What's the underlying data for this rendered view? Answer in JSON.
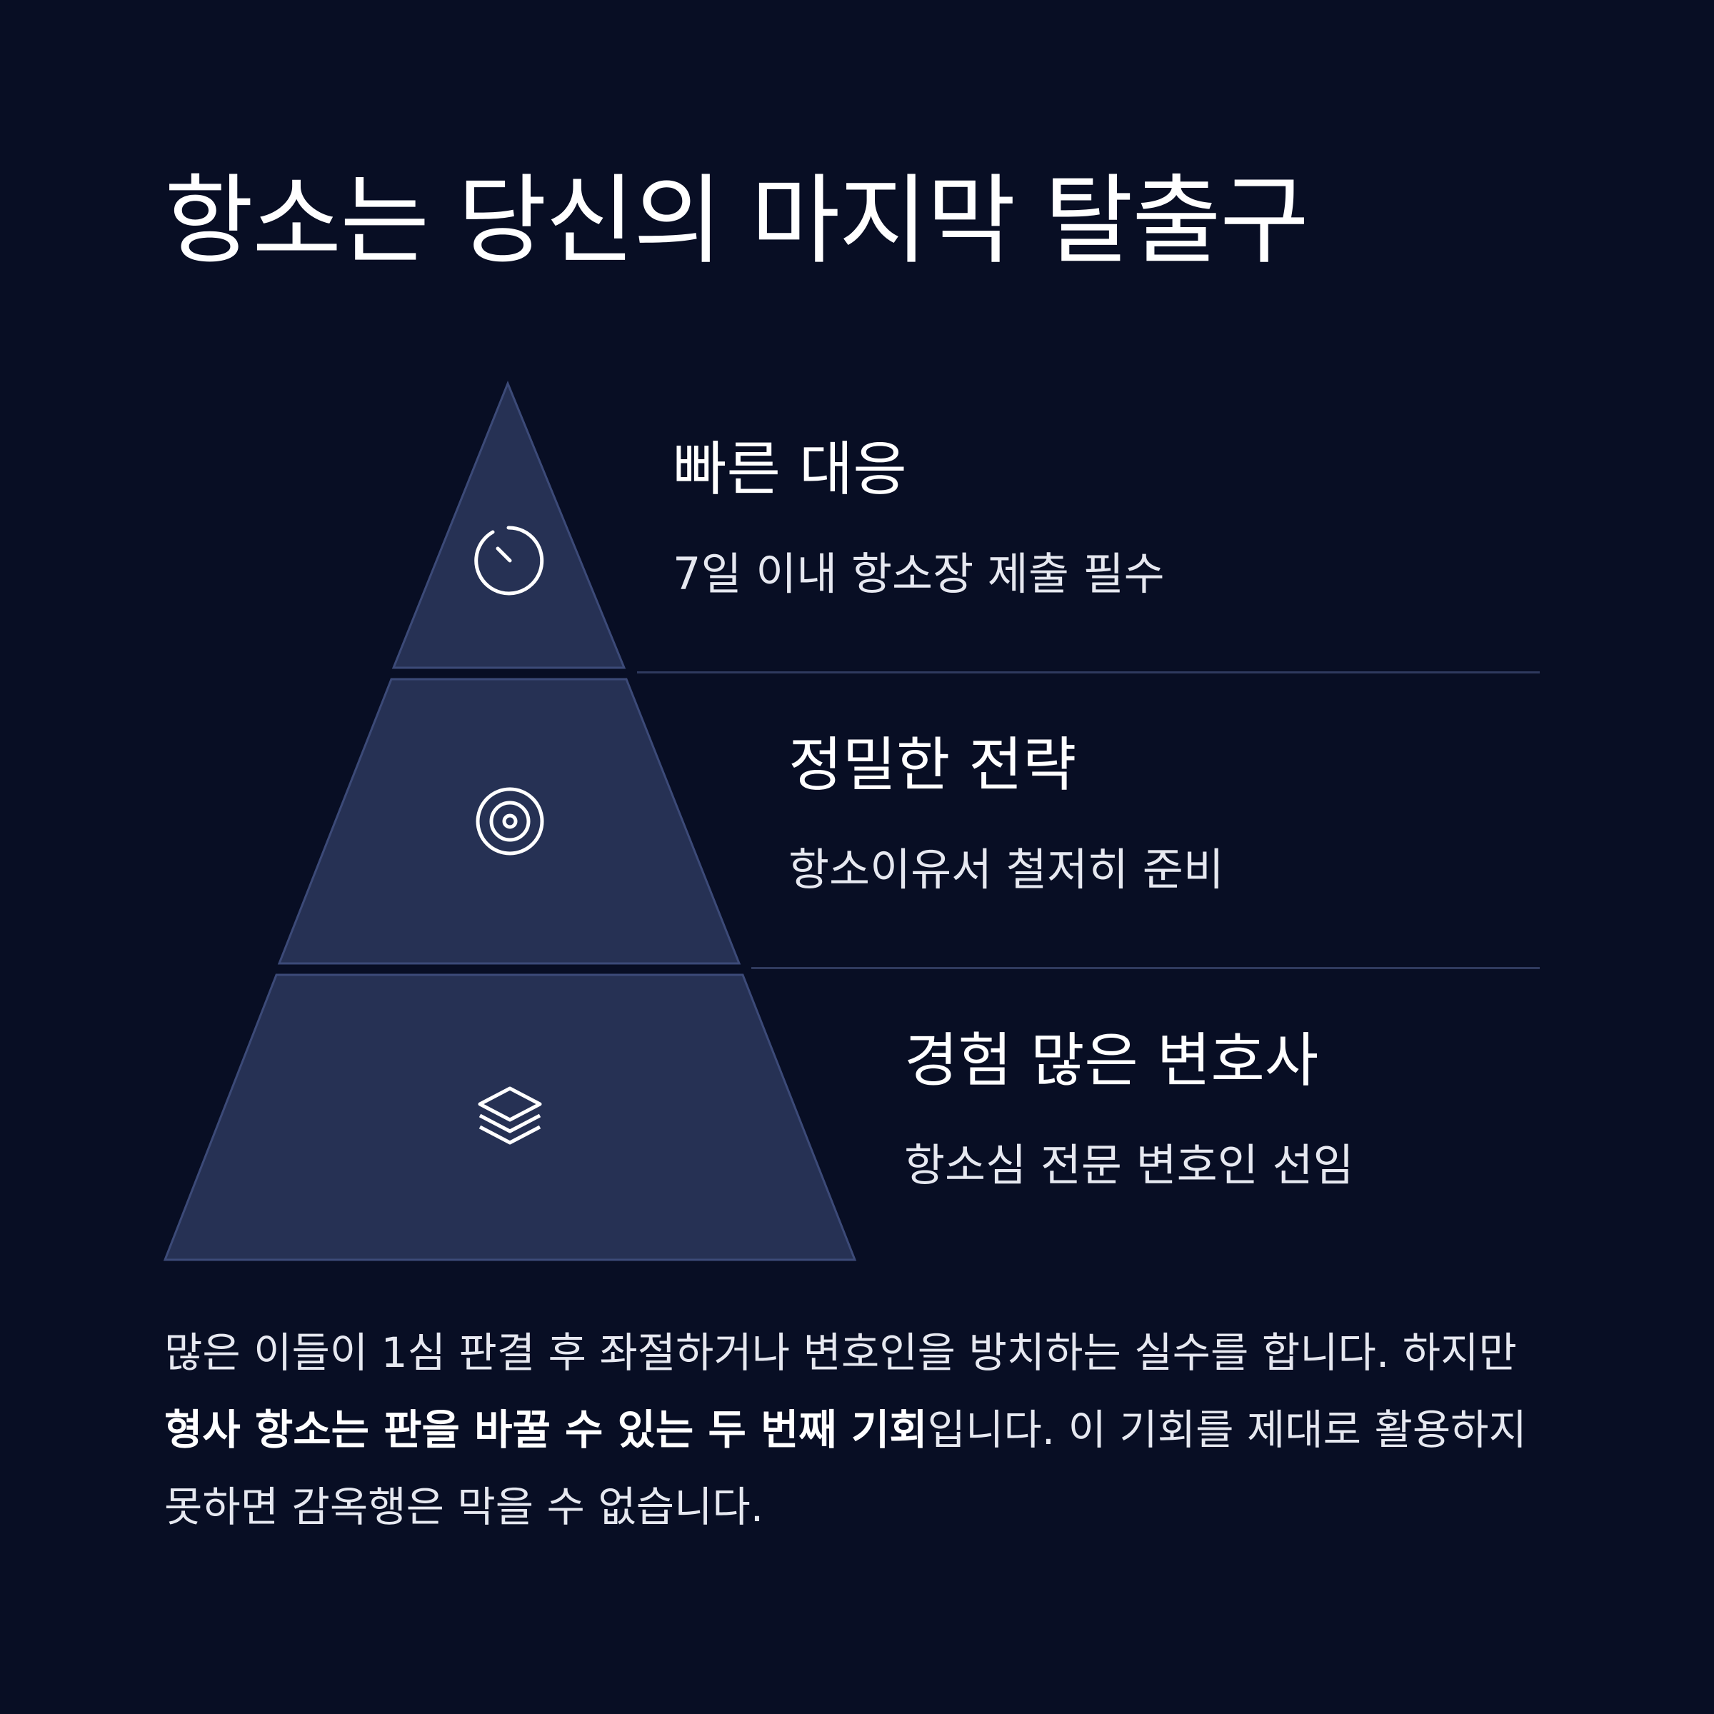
{
  "title": "항소는 당신의 마지막 탈출구",
  "tiers": [
    {
      "heading": "빠른 대응",
      "sub": "7일 이내 항소장 제출 필수",
      "icon": "timer-icon"
    },
    {
      "heading": "정밀한 전략",
      "sub": "항소이유서 철저히 준비",
      "icon": "target-icon"
    },
    {
      "heading": "경험 많은 변호사",
      "sub": "항소심 전문 변호인 선임",
      "icon": "layers-icon"
    }
  ],
  "paragraph": {
    "lead": "많은 이들이 1심 판결 후 좌절하거나 변호인을 방치하는 실수를 합니다. 하지만 ",
    "emphasis": "형사 항소는 판을 바꿀 수 있는 두 번째 기회",
    "tail": "입니다. 이 기회를 제대로 활용하지 못하면 감옥행은 막을 수 없습니다."
  },
  "colors": {
    "background": "#080e24",
    "tier_fill": "#263154",
    "tier_stroke": "#3c4a78",
    "divider": "#2f3a5e",
    "text": "#ffffff"
  }
}
